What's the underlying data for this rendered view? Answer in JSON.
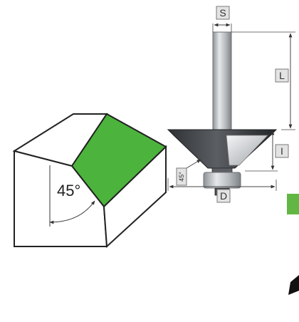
{
  "angle_label": "45°",
  "dimension_labels": {
    "shank_diameter": "S",
    "shank_length": "L",
    "cutting_height": "I",
    "diameter": "D",
    "angle": "45°"
  },
  "colors": {
    "bevel_face": "#4cb43c",
    "cutter_body": "#45484c",
    "shank": "#b9bdc0",
    "edge_tag": "#62b744"
  }
}
